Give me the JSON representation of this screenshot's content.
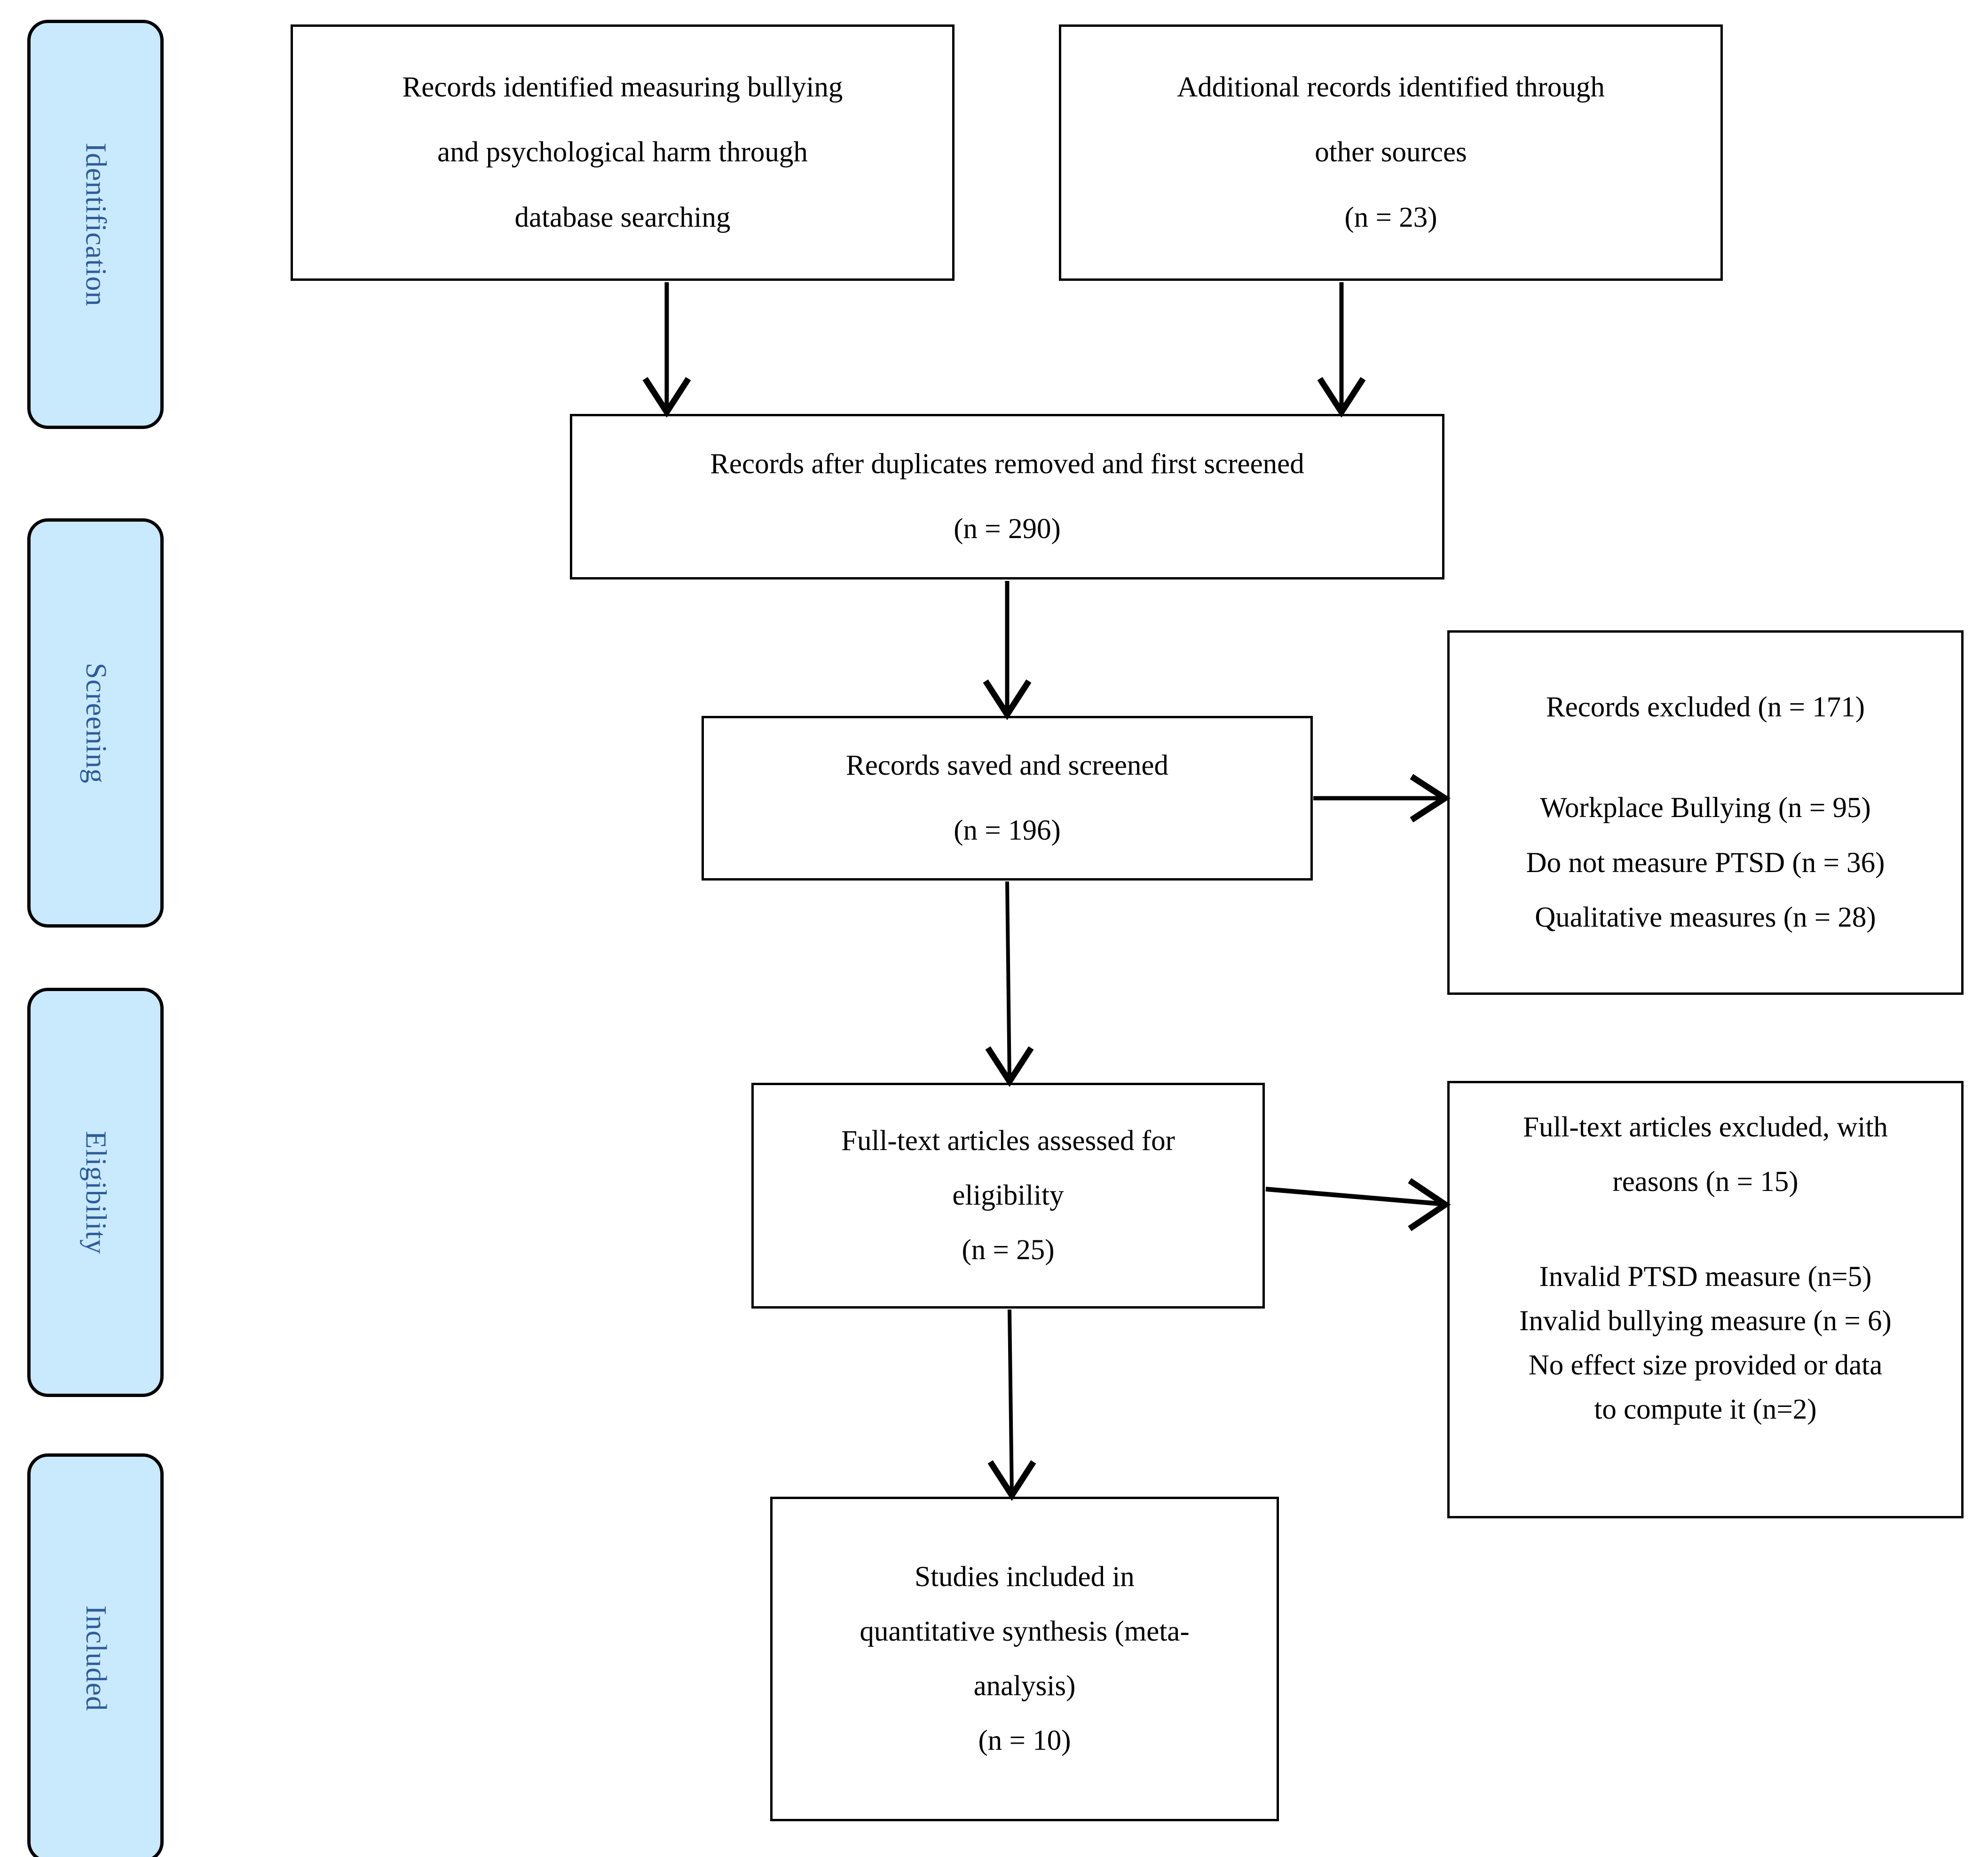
{
  "diagram": {
    "type": "PRISMA flow diagram",
    "stages": [
      {
        "id": "identification",
        "label": "Identification"
      },
      {
        "id": "screening",
        "label": "Screening"
      },
      {
        "id": "eligibility",
        "label": "Eligibility"
      },
      {
        "id": "included",
        "label": "Included"
      }
    ],
    "boxes": {
      "db_search": {
        "lines": [
          "Records identified measuring bullying",
          "and psychological harm through",
          "database searching"
        ]
      },
      "other_sources": {
        "lines": [
          "Additional records identified through",
          "other sources",
          "(n = 23)"
        ]
      },
      "after_duplicates": {
        "lines": [
          "Records after duplicates removed and first screened",
          "(n = 290)"
        ]
      },
      "records_screened": {
        "lines": [
          "Records saved and screened",
          "(n = 196)"
        ]
      },
      "records_excluded": {
        "heading": "Records excluded (n = 171)",
        "reasons": [
          "Workplace Bullying (n = 95)",
          "Do not measure PTSD (n = 36)",
          "Qualitative measures (n = 28)"
        ]
      },
      "fulltext_assessed": {
        "lines": [
          "Full-text articles assessed for",
          "eligibility",
          "(n = 25)"
        ]
      },
      "fulltext_excluded": {
        "heading_lines": [
          "Full-text articles excluded, with",
          "reasons (n = 15)"
        ],
        "reasons": [
          "Invalid PTSD measure (n=5)",
          "Invalid bullying measure (n = 6)",
          "No effect size provided or data",
          "to compute it (n=2)"
        ]
      },
      "studies_included": {
        "lines": [
          "Studies included in",
          "quantitative synthesis (meta-",
          "analysis)",
          "(n = 10)"
        ]
      }
    },
    "colors": {
      "stage_fill": "#c9e9fd",
      "stage_text": "#2e5c9a",
      "box_border": "#000000",
      "box_fill": "#ffffff",
      "connector": "#000000"
    }
  }
}
